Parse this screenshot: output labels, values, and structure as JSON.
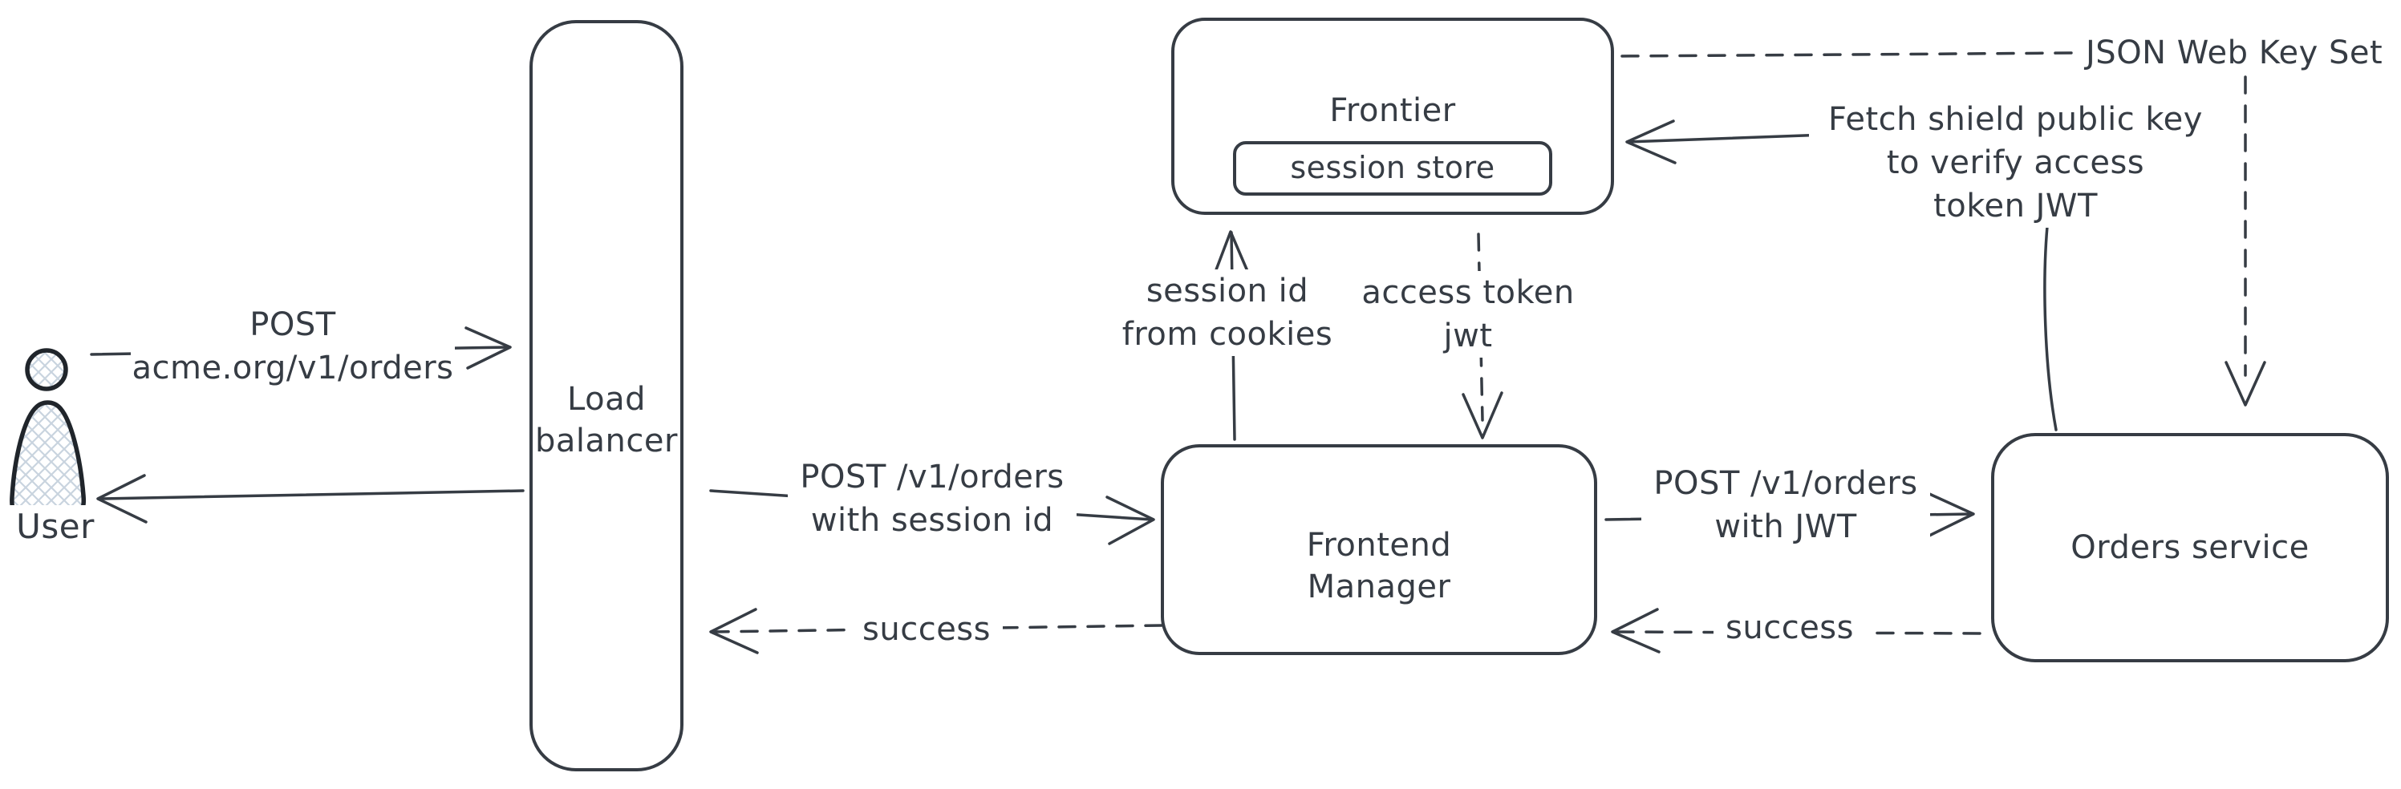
{
  "diagram": {
    "background_color": "#ffffff",
    "ink_color": "#363c44",
    "user_fill_color": "#c9d4df",
    "nodes": {
      "user": {
        "label": "User",
        "icon": "person-icon"
      },
      "load_balancer": {
        "label": "Load\nbalancer"
      },
      "frontier": {
        "label": "Frontier"
      },
      "session_store": {
        "label": "session store"
      },
      "frontend_manager": {
        "label": "Frontend\nManager"
      },
      "orders_service": {
        "label": "Orders service"
      }
    },
    "edges": {
      "user_to_lb": {
        "label": "POST\nacme.org/v1/orders",
        "style": "solid",
        "direction": "right"
      },
      "lb_to_user": {
        "label": "",
        "style": "solid",
        "direction": "left"
      },
      "lb_to_fm": {
        "label": "POST /v1/orders\nwith session id",
        "style": "solid",
        "direction": "right"
      },
      "fm_to_lb": {
        "label": "success",
        "style": "dashed",
        "direction": "left"
      },
      "fm_to_frontier": {
        "label": "session id\nfrom cookies",
        "style": "solid",
        "direction": "up"
      },
      "frontier_to_fm": {
        "label": "access token\njwt",
        "style": "dashed",
        "direction": "down"
      },
      "fm_to_orders": {
        "label": "POST /v1/orders\nwith JWT",
        "style": "solid",
        "direction": "right"
      },
      "orders_to_fm": {
        "label": "success",
        "style": "dashed",
        "direction": "left"
      },
      "orders_to_frontier": {
        "label": "Fetch shield public key\nto verify access\ntoken JWT",
        "style": "solid",
        "direction": "left"
      },
      "frontier_to_jwks": {
        "label": "JSON Web Key Set",
        "style": "dashed",
        "direction": "right"
      },
      "jwks_to_orders": {
        "label": "",
        "style": "dashed",
        "direction": "down"
      }
    }
  }
}
